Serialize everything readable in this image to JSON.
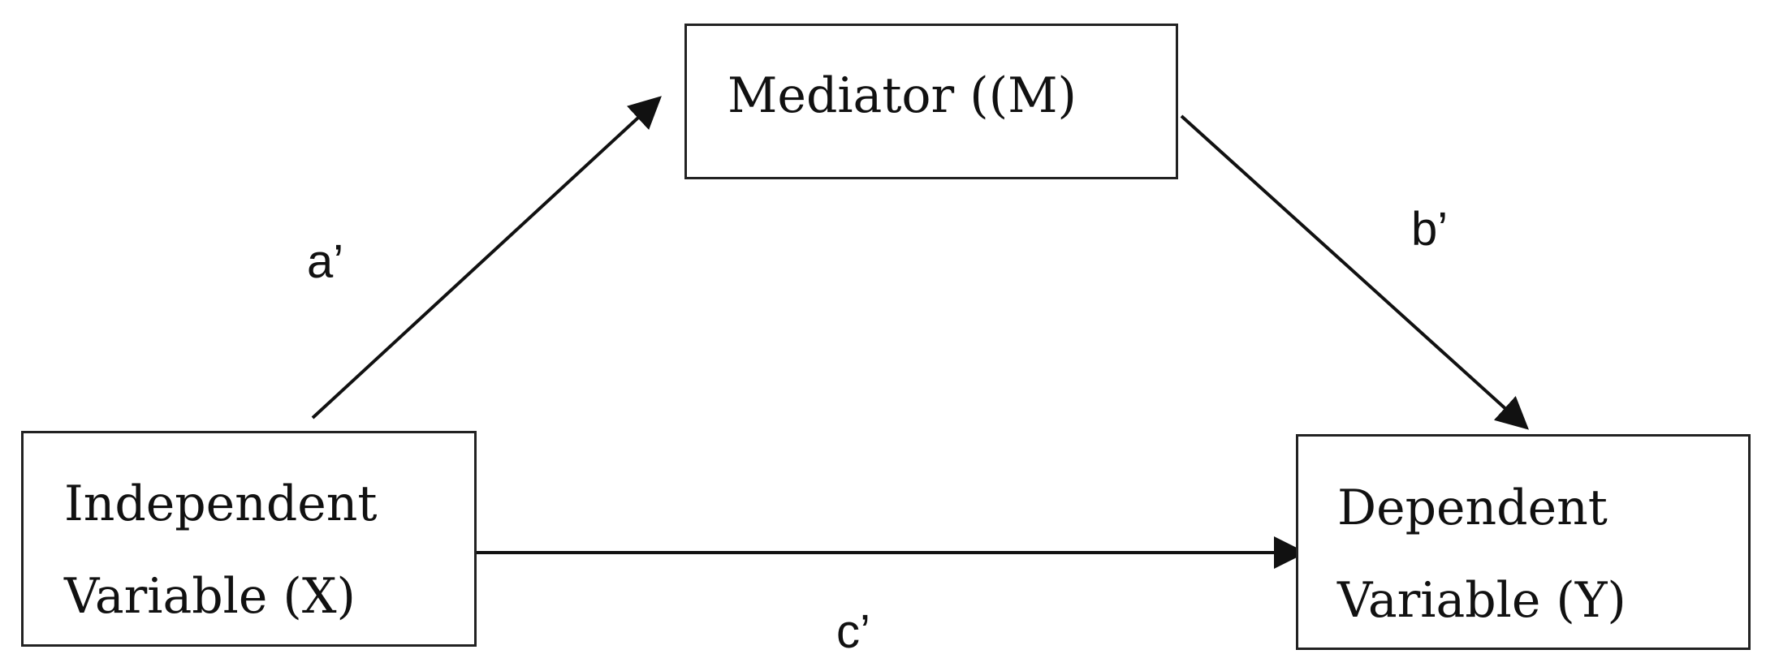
{
  "nodes": {
    "mediator": {
      "label": "Mediator ((M)"
    },
    "independent": {
      "line1": "Independent",
      "line2": "Variable (X)"
    },
    "dependent": {
      "line1": "Dependent",
      "line2": "Variable (Y)"
    }
  },
  "paths": {
    "a": {
      "label": "a’",
      "from": "independent",
      "to": "mediator"
    },
    "b": {
      "label": "b’",
      "from": "mediator",
      "to": "dependent"
    },
    "c": {
      "label": "c’",
      "from": "independent",
      "to": "dependent"
    }
  }
}
